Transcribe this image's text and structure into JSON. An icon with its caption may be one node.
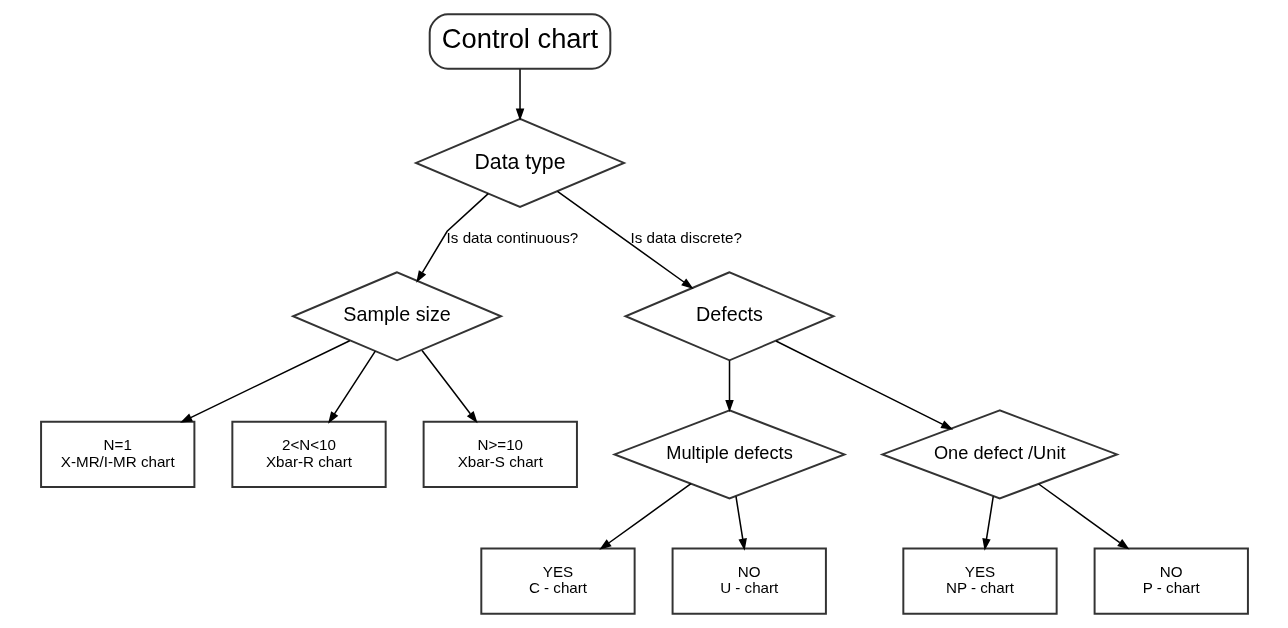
{
  "diagram": {
    "nodes": [
      {
        "text": [
          "Control chart"
        ]
      },
      {
        "text": [
          "Data type"
        ]
      },
      {
        "text": [
          "Sample size"
        ]
      },
      {
        "text": [
          "Defects"
        ]
      },
      {
        "text": [
          "Multiple defects"
        ]
      },
      {
        "text": [
          "One defect /Unit"
        ]
      },
      {
        "text": [
          "N=1",
          "X-MR/I-MR chart"
        ]
      },
      {
        "text": [
          "2<N<10",
          "Xbar-R chart"
        ]
      },
      {
        "text": [
          "N>=10",
          "Xbar-S chart"
        ]
      },
      {
        "text": [
          "YES",
          "C - chart"
        ]
      },
      {
        "text": [
          "NO",
          "U - chart"
        ]
      },
      {
        "text": [
          "YES",
          "NP - chart"
        ]
      },
      {
        "text": [
          "NO",
          "P - chart"
        ]
      }
    ],
    "edges": [
      {
        "from": 0,
        "to": 1,
        "arrow": "to"
      },
      {
        "from": 1,
        "to": 2,
        "arrow": "to",
        "label": "Is data continuous?"
      },
      {
        "from": 1,
        "to": 3,
        "arrow": "to",
        "label": "Is data discrete?"
      },
      {
        "from": 2,
        "to": 6,
        "arrow": "to"
      },
      {
        "from": 2,
        "to": 7,
        "arrow": "to"
      },
      {
        "from": 2,
        "to": 8,
        "arrow": "to"
      },
      {
        "from": 3,
        "to": 4,
        "arrow": "to"
      },
      {
        "from": 3,
        "to": 5,
        "arrow": "to"
      },
      {
        "from": 4,
        "to": 9,
        "arrow": "to"
      },
      {
        "from": 4,
        "to": 10,
        "arrow": "to"
      },
      {
        "from": 5,
        "to": 11,
        "arrow": "to"
      },
      {
        "from": 5,
        "to": 12,
        "arrow": "to"
      }
    ]
  }
}
